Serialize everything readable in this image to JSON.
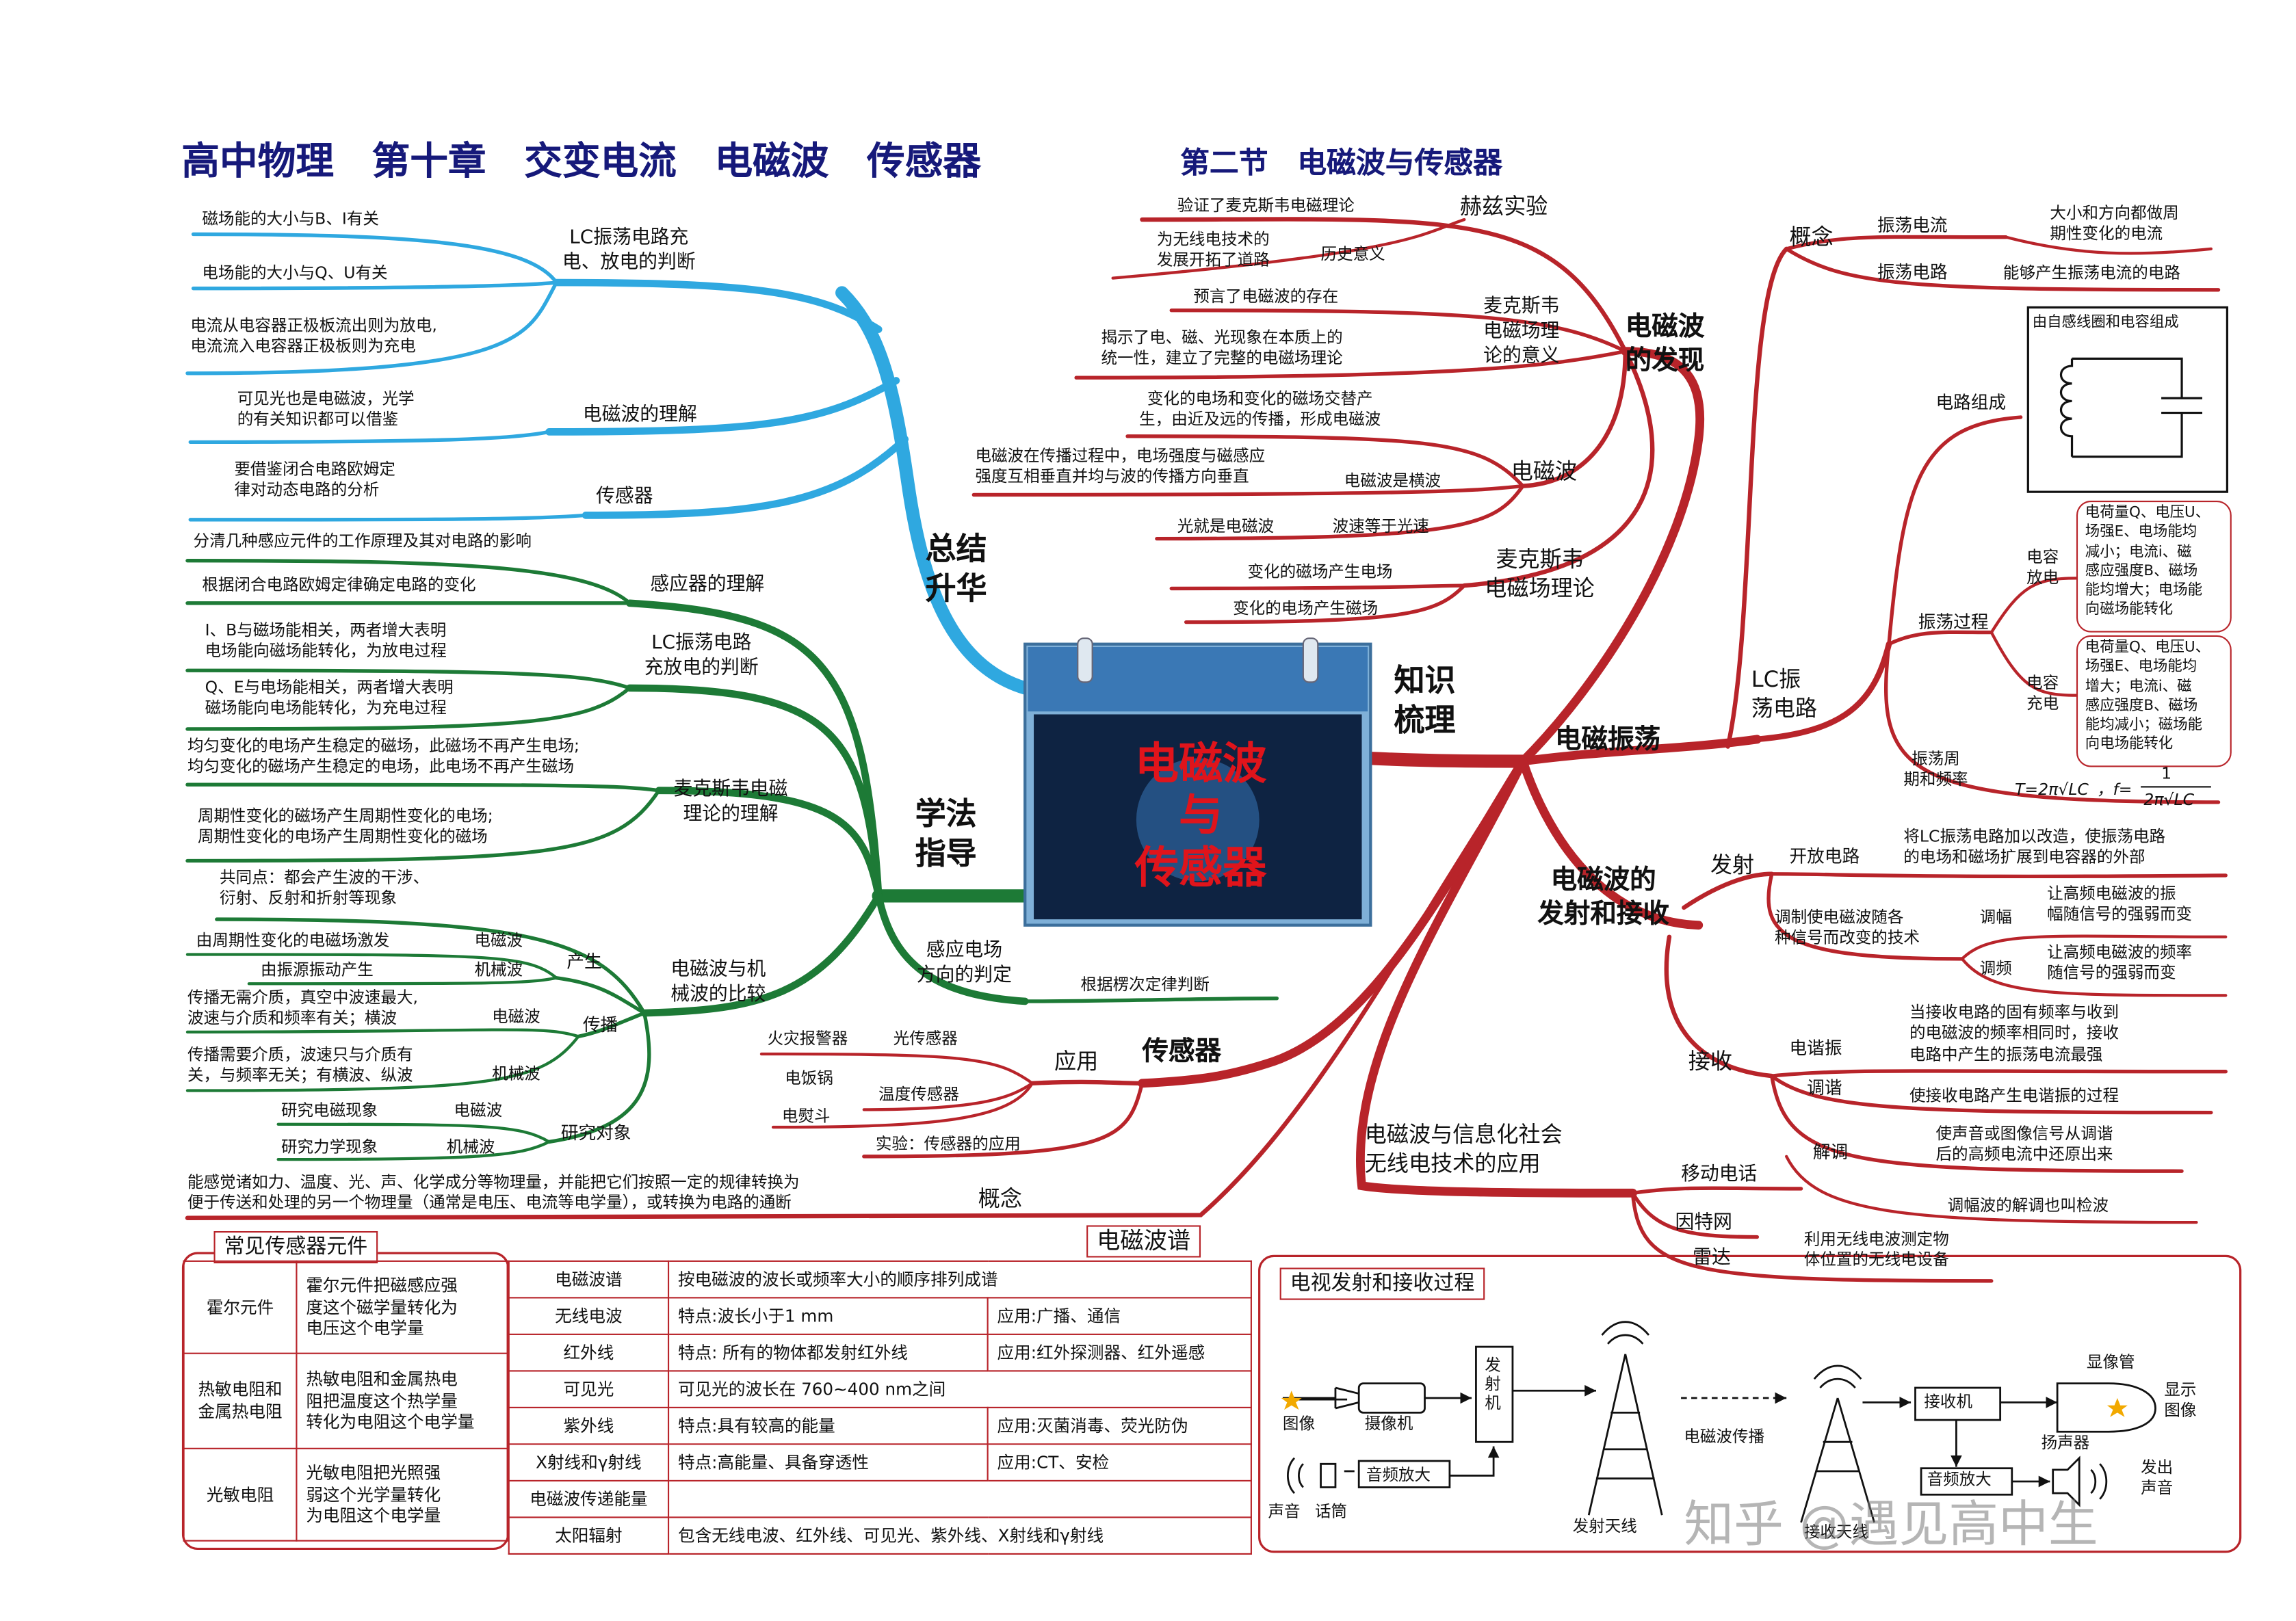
{
  "title": {
    "main": "高中物理　第十章　交变电流　电磁波　传感器",
    "section": "第二节　电磁波与传感器"
  },
  "center": {
    "line1": "电磁波",
    "line2": "与",
    "line3": "传感器"
  },
  "branches": {
    "summary": "总结\n升华",
    "method": "学法\n指导",
    "knowledge": "知识\n梳理"
  },
  "summary": {
    "lc_judge": "LC振荡电路充\n电、放电的判断",
    "lc_items": [
      "磁场能的大小与B、I有关",
      "电场能的大小与Q、U有关",
      "电流从电容器正极板流出则为放电,\n电流流入电容器正极板则为充电"
    ],
    "wave_understand": "电磁波的理解",
    "wave_item": "可见光也是电磁波，光学\n的有关知识都可以借鉴",
    "sensor": "传感器",
    "sensor_item": "要借鉴闭合电路欧姆定\n律对动态电路的分析"
  },
  "method": {
    "inductor": "感应器的理解",
    "inductor_items": [
      "分清几种感应元件的工作原理及其对电路的影响",
      "根据闭合电路欧姆定律确定电路的变化"
    ],
    "lc_judge": "LC振荡电路\n充放电的判断",
    "lc_items": [
      "I、B与磁场能相关，两者增大表明\n电场能向磁场能转化，为放电过程",
      "Q、E与电场能相关，两者增大表明\n磁场能向电场能转化，为充电过程"
    ],
    "maxwell": "麦克斯韦电磁\n理论的理解",
    "maxwell_items": [
      "均匀变化的电场产生稳定的磁场，此磁场不再产生电场;\n均匀变化的磁场产生稳定的电场，此电场不再产生磁场",
      "周期性变化的磁场产生周期性变化的电场;\n周期性变化的电场产生周期性变化的磁场"
    ],
    "compare": "电磁波与机\n械波的比较",
    "common": "共同点：都会产生波的干涉、\n衍射、反射和折射等现象",
    "produce": "产生",
    "produce_items": [
      {
        "text": "由周期性变化的电磁场激发",
        "tag": "电磁波"
      },
      {
        "text": "由振源振动产生",
        "tag": "机械波"
      }
    ],
    "propagate": "传播",
    "propagate_items": [
      {
        "text": "传播无需介质，真空中波速最大,\n波速与介质和频率有关；横波",
        "tag": "电磁波"
      },
      {
        "text": "传播需要介质，波速只与介质有\n关，与频率无关；有横波、纵波",
        "tag": "机械波"
      }
    ],
    "object": "研究对象",
    "object_items": [
      {
        "text": "研究电磁现象",
        "tag": "电磁波"
      },
      {
        "text": "研究力学现象",
        "tag": "机械波"
      }
    ],
    "induct_dir": "感应电场\n方向的判定",
    "lenz": "根据楞次定律判断"
  },
  "discovery": {
    "label": "电磁波\n的发现",
    "hertz": "赫兹实验",
    "hertz_items": [
      "验证了麦克斯韦电磁理论",
      "为无线电技术的\n发展开拓了道路"
    ],
    "history": "历史意义",
    "maxwell_sig": "麦克斯韦\n电磁场理\n论的意义",
    "maxwell_sig_items": [
      "预言了电磁波的存在",
      "揭示了电、磁、光现象在本质上的\n统一性，建立了完整的电磁场理论"
    ],
    "wave": "电磁波",
    "wave_items": [
      "变化的电场和变化的磁场交替产\n生，由近及远的传播，形成电磁波",
      "电磁波在传播过程中，电场强度与磁感应\n强度互相垂直并均与波的传播方向垂直"
    ],
    "transverse": "电磁波是横波",
    "light": "光就是电磁波",
    "speed": "波速等于光速",
    "maxwell_theory": "麦克斯韦\n电磁场理论",
    "theory_items": [
      "变化的磁场产生电场",
      "变化的电场产生磁场"
    ]
  },
  "oscillation": {
    "label": "电磁振荡",
    "concept": "概念",
    "osc_current": "振荡电流",
    "osc_current_def": "大小和方向都做周\n期性变化的电流",
    "osc_circuit": "振荡电路",
    "osc_circuit_def": "能够产生振荡电流的电路",
    "lc": "LC振\n荡电路",
    "composition": "电路组成",
    "composition_def": "由自感线圈和电容组成",
    "process": "振荡过程",
    "discharge": "电容\n放电",
    "discharge_def": "电荷量Q、电压U、\n场强E、电场能均\n减小；电流i、磁\n感应强度B、磁场\n能均增大；电场能\n向磁场能转化",
    "charge": "电容\n充电",
    "charge_def": "电荷量Q、电压U、\n场强E、电场能均\n增大；电流i、磁\n感应强度B、磁场\n能均减小；磁场能\n向电场能转化",
    "period": "振荡周\n期和频率",
    "formula_T": "T=2π√LC",
    "formula_f_num": "1",
    "formula_f_den": "2π√LC",
    "formula_f_lhs": "，f="
  },
  "transmit": {
    "label": "电磁波的\n发射和接收",
    "send": "发射",
    "open": "开放电路",
    "open_def": "将LC振荡电路加以改造，使振荡电路\n的电场和磁场扩展到电容器的外部",
    "modulate": "调制使电磁波随各\n种信号而改变的技术",
    "am": "调幅",
    "am_def": "让高频电磁波的振\n幅随信号的强弱而变",
    "fm": "调频",
    "fm_def": "让高频电磁波的频率\n随信号的强弱而变",
    "receive": "接收",
    "resonance": "电谐振",
    "resonance_def": "当接收电路的固有频率与收到\n的电磁波的频率相同时，接收\n电路中产生的振荡电流最强",
    "tune": "调谐",
    "tune_def": "使接收电路产生电谐振的过程",
    "demod": "解调",
    "demod_def": "使声音或图像信号从调谐\n后的高频电流中还原出来",
    "demod_am": "调幅波的解调也叫检波"
  },
  "sensors": {
    "label": "传感器",
    "apply": "应用",
    "apps": [
      {
        "item": "火灾报警器",
        "type": "光传感器"
      },
      {
        "item": "电饭锅",
        "type": "温度传感器"
      },
      {
        "item": "电熨斗",
        "type": ""
      }
    ],
    "experiment": "实验：传感器的应用",
    "concept": "概念",
    "concept_def": "能感觉诸如力、温度、光、声、化学成分等物理量，并能把它们按照一定的规律转换为\n便于传送和处理的另一个物理量（通常是电压、电流等电学量），或转换为电路的通断"
  },
  "info": {
    "label": "电磁波与信息化社会\n无线电技术的应用",
    "mobile": "移动电话",
    "internet": "因特网",
    "radar": "雷达",
    "radar_def": "利用无线电波测定物\n体位置的无线电设备"
  },
  "common_sensors": {
    "caption": "常见传感器元件",
    "rows": [
      {
        "name": "霍尔元件",
        "desc": "霍尔元件把磁感应强\n度这个磁学量转化为\n电压这个电学量"
      },
      {
        "name": "热敏电阻和\n金属热电阻",
        "desc": "热敏电阻和金属热电\n阻把温度这个热学量\n转化为电阻这个电学量"
      },
      {
        "name": "光敏电阻",
        "desc": "光敏电阻把光照强\n弱这个光学量转化\n为电阻这个电学量"
      }
    ]
  },
  "spectrum": {
    "caption": "电磁波谱",
    "rows": [
      {
        "name": "电磁波谱",
        "feature": "按电磁波的波长或频率大小的顺序排列成谱",
        "use": ""
      },
      {
        "name": "无线电波",
        "feature": "特点:波长小于1 mm",
        "use": "应用:广播、通信"
      },
      {
        "name": "红外线",
        "feature": "特点: 所有的物体都发射红外线",
        "use": "应用:红外探测器、红外遥感"
      },
      {
        "name": "可见光",
        "feature": "可见光的波长在 760~400 nm之间",
        "use": ""
      },
      {
        "name": "紫外线",
        "feature": "特点:具有较高的能量",
        "use": "应用:灭菌消毒、荧光防伪"
      },
      {
        "name": "X射线和γ射线",
        "feature": "特点:高能量、具备穿透性",
        "use": "应用:CT、安检"
      },
      {
        "name": "电磁波传递能量",
        "feature": "",
        "use": ""
      },
      {
        "name": "太阳辐射",
        "feature": "包含无线电波、红外线、可见光、紫外线、X射线和γ射线",
        "use": ""
      }
    ]
  },
  "tv": {
    "caption": "电视发射和接收过程",
    "image": "图像",
    "camera": "摄像机",
    "sound": "声音",
    "mic": "话筒",
    "audio_amp": "音频放大",
    "transmitter": "发\n射\n机",
    "propagation": "电磁波传播",
    "tx_antenna": "发射天线",
    "rx_antenna": "接收天线",
    "receiver": "接收机",
    "tube": "显像管",
    "show": "显示\n图像",
    "audio_amp2": "音频放大",
    "speaker": "扬声器",
    "emit_sound": "发出\n声音"
  },
  "watermark": "知乎 @遇见高中生",
  "colors": {
    "blue": "#2fa8e0",
    "green": "#1d7a36",
    "red": "#b8242a",
    "title": "#16197a"
  }
}
